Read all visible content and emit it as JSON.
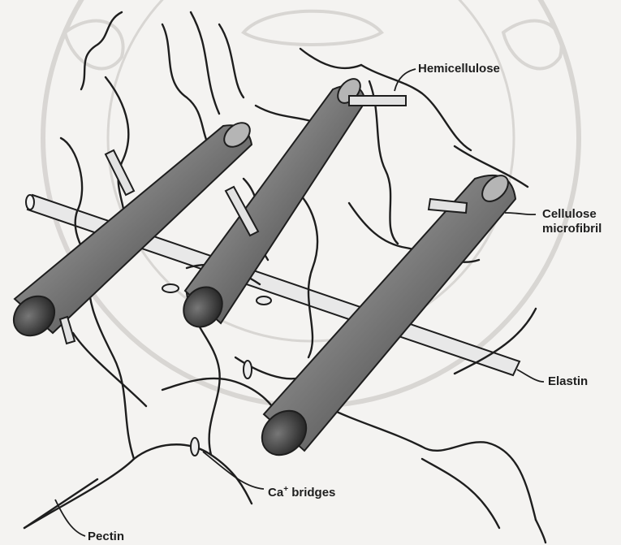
{
  "labels": {
    "hemicellulose": "Hemicellulose",
    "cellulose_line1": "Cellulose",
    "cellulose_line2": "microfibril",
    "elastin": "Elastin",
    "ca_bridges_prefix": "Ca",
    "ca_bridges_sup": "+",
    "ca_bridges_suffix": " bridges",
    "pectin": "Pectin"
  },
  "colors": {
    "background": "#f4f3f1",
    "ink": "#1e1e1e",
    "fibril_dark": "#3a3a3a",
    "fibril_light": "#c9c9c9",
    "watermark": "#d6d3d0"
  }
}
